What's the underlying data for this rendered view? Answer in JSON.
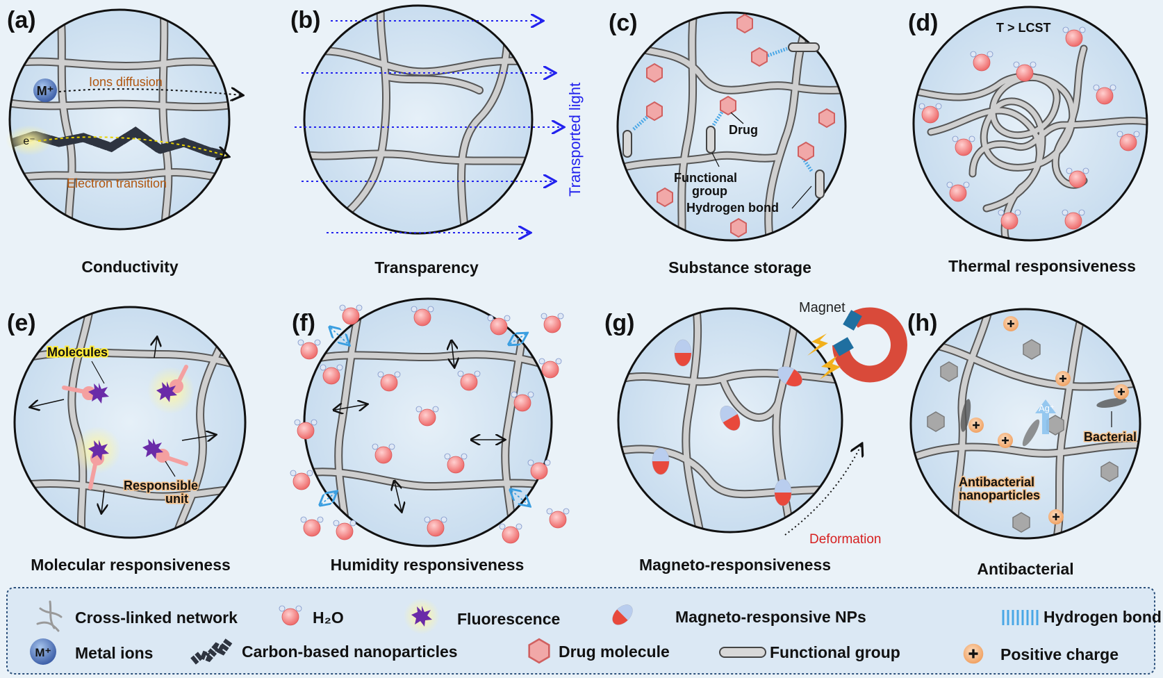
{
  "colors": {
    "background": "#eaf2f8",
    "circle_fill": "#d8e8f5",
    "fiber": "#bdbdbd",
    "water": "#f27c7c",
    "fluorescence": "#6a2ba8",
    "drug": "#e88a8a",
    "magnet_red": "#d94a3a",
    "hbond": "#4aa7e6",
    "positive": "#f4b27a",
    "light_arrow": "#2222ee",
    "annotation_orange": "#b0560f",
    "deformation_red": "#d62020"
  },
  "panels": {
    "a": {
      "label": "(a)",
      "caption": "Conductivity",
      "ions": "Ions diffusion",
      "electron": "Electron transition",
      "metal_symbol": "M⁺",
      "e_symbol": "e⁻"
    },
    "b": {
      "label": "(b)",
      "caption": "Transparency",
      "light": "Transported light"
    },
    "c": {
      "label": "(c)",
      "caption": "Substance storage",
      "drug": "Drug",
      "functional_1": "Functional",
      "functional_2": "group",
      "hbond": "Hydrogen bond"
    },
    "d": {
      "label": "(d)",
      "caption": "Thermal responsiveness",
      "temp": "T > LCST"
    },
    "e": {
      "label": "(e)",
      "caption": "Molecular responsiveness",
      "molecules": "Molecules",
      "unit_1": "Responsible",
      "unit_2": "unit"
    },
    "f": {
      "label": "(f)",
      "caption": "Humidity responsiveness"
    },
    "g": {
      "label": "(g)",
      "caption": "Magneto-responsiveness",
      "magnet": "Magnet",
      "deformation": "Deformation"
    },
    "h": {
      "label": "(h)",
      "caption": "Antibacterial",
      "ag": "Ag⁺",
      "bacterial": "Bacterial",
      "np_1": "Antibacterial",
      "np_2": "nanoparticles"
    }
  },
  "legend": {
    "network": "Cross-linked network",
    "h2o": "H₂O",
    "fluorescence": "Fluorescence",
    "magneto": "Magneto-responsive NPs",
    "hbond": "Hydrogen bond",
    "metal": "Metal ions",
    "metal_symbol": "M⁺",
    "carbon": "Carbon-based nanoparticles",
    "drug": "Drug molecule",
    "functional": "Functional group",
    "positive": "Positive charge"
  }
}
